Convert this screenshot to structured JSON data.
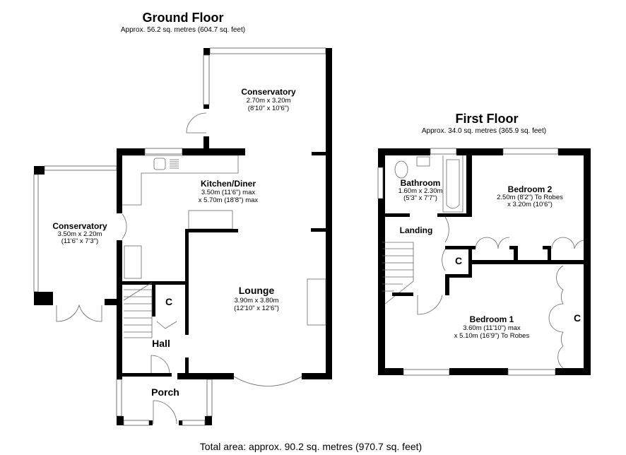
{
  "ground_floor": {
    "title": "Ground Floor",
    "area": "Approx. 56.2 sq. metres (604.7 sq. feet)",
    "rooms": {
      "conservatory_rear": {
        "name": "Conservatory",
        "dim1": "2.70m x 3.20m",
        "dim2": "(8'10\" x 10'6\")"
      },
      "kitchen": {
        "name": "Kitchen/Diner",
        "dim1": "3.50m (11'6\") max",
        "dim2": "x 5.70m (18'8\") max"
      },
      "conservatory_side": {
        "name": "Conservatory",
        "dim1": "3.50m x 2.20m",
        "dim2": "(11'6\" x 7'3\")"
      },
      "lounge": {
        "name": "Lounge",
        "dim1": "3.90m x 3.80m",
        "dim2": "(12'10\" x 12'6\")"
      },
      "cupboard": {
        "name": "C"
      },
      "hall": {
        "name": "Hall"
      },
      "porch": {
        "name": "Porch"
      }
    }
  },
  "first_floor": {
    "title": "First Floor",
    "area": "Approx. 34.0 sq. metres (365.9 sq. feet)",
    "rooms": {
      "bathroom": {
        "name": "Bathroom",
        "dim1": "1.60m x 2.30m",
        "dim2": "(5'3\" x 7'7\")"
      },
      "bedroom2": {
        "name": "Bedroom 2",
        "dim1": "2.50m (8'2\") To Robes",
        "dim2": "x 3.20m (10'6\")"
      },
      "landing": {
        "name": "Landing"
      },
      "cupboard": {
        "name": "C"
      },
      "bedroom1": {
        "name": "Bedroom 1",
        "dim1": "3.60m (11'10\") max",
        "dim2": "x 5.10m (16'9\") To Robes"
      },
      "robes": {
        "name": "C"
      }
    }
  },
  "total_area": "Total area: approx. 90.2 sq. metres (970.7 sq. feet)"
}
